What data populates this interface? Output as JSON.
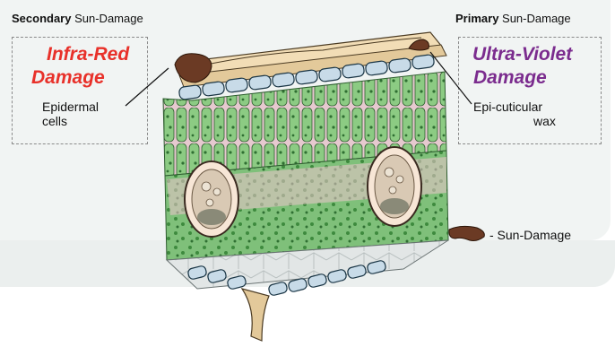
{
  "headings": {
    "secondary_bold": "Secondary",
    "secondary_rest": " Sun-Damage",
    "primary_bold": "Primary",
    "primary_rest": " Sun-Damage"
  },
  "left_box": {
    "damage_line1": "Infra-Red",
    "damage_line2": "Damage",
    "label_line1": "Epidermal",
    "label_line2": "cells",
    "damage_color": "#e8312a"
  },
  "right_box": {
    "damage_line1": "Ultra-Violet",
    "damage_line2": "Damage",
    "label_line1": "Epi-cuticular",
    "label_line2": "wax",
    "damage_color": "#7b2c8e"
  },
  "legend": {
    "label": "- Sun-Damage",
    "swatch_color": "#6b3a24"
  }
}
